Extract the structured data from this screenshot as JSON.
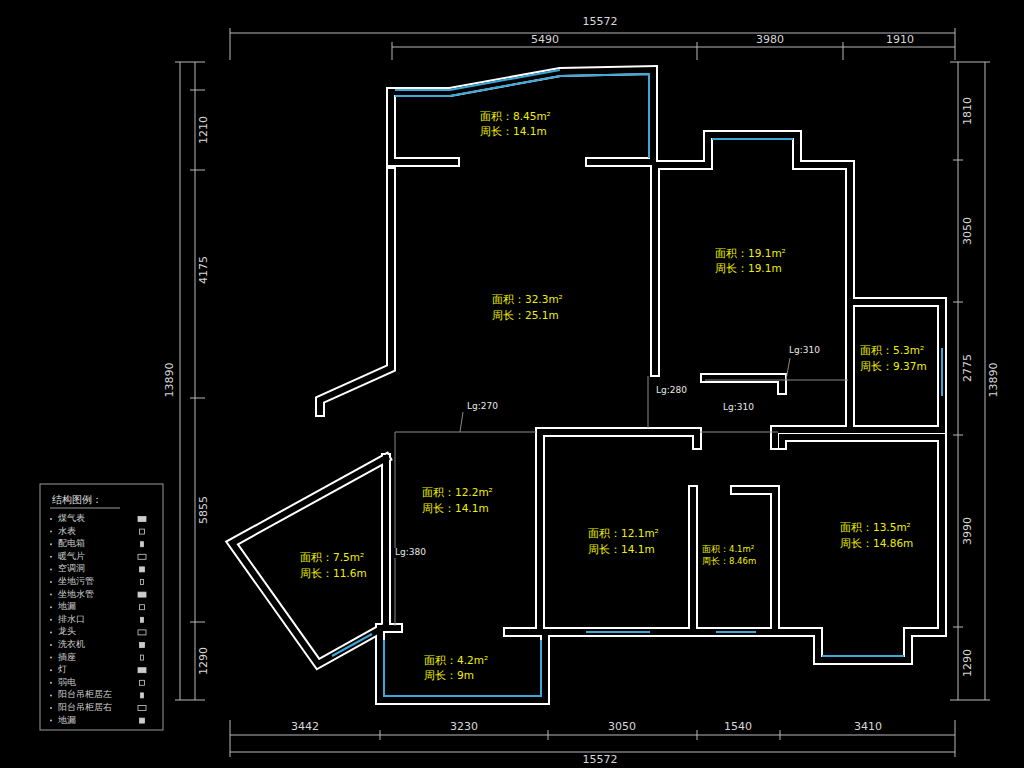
{
  "diagram": {
    "labels": [
      "15572",
      "5490",
      "3980",
      "1910",
      "3442",
      "3230",
      "3050",
      "1540",
      "3410",
      "15572",
      "1210",
      "4175",
      "5855",
      "1290",
      "13890",
      "1810",
      "3050",
      "2775",
      "3990",
      "1290",
      "13890",
      "面积：8.45m²",
      "周长：14.1m",
      "面积：32.3m²",
      "周长：25.1m",
      "面积：19.1m²",
      "周长：19.1m",
      "面积：5.3m²",
      "周长：9.37m",
      "面积：12.2m²",
      "周长：14.1m",
      "面积：7.5m²",
      "周长：11.6m",
      "面积：12.1m²",
      "周长：14.1m",
      "面积：4.1m²",
      "周长：8.46m",
      "面积：13.5m²",
      "周长：14.86m",
      "面积：4.2m²",
      "周长：9m",
      "Lg:310",
      "Lg:280",
      "Lg:270",
      "Lg:310",
      "Lg:380",
      "结构图例："
    ],
    "legend": [
      {
        "text": "煤气表"
      },
      {
        "text": "水表"
      },
      {
        "text": "配电箱"
      },
      {
        "text": "暖气片"
      },
      {
        "text": "空调洞"
      },
      {
        "text": "坐地污管"
      },
      {
        "text": "坐地水管"
      },
      {
        "text": "地漏"
      },
      {
        "text": "排水口"
      },
      {
        "text": "龙头"
      },
      {
        "text": "洗衣机"
      },
      {
        "text": "插座"
      },
      {
        "text": "灯"
      },
      {
        "text": "弱电"
      },
      {
        "text": "阳台吊柜居左"
      },
      {
        "text": "阳台吊柜居右"
      },
      {
        "text": "地漏"
      }
    ]
  }
}
